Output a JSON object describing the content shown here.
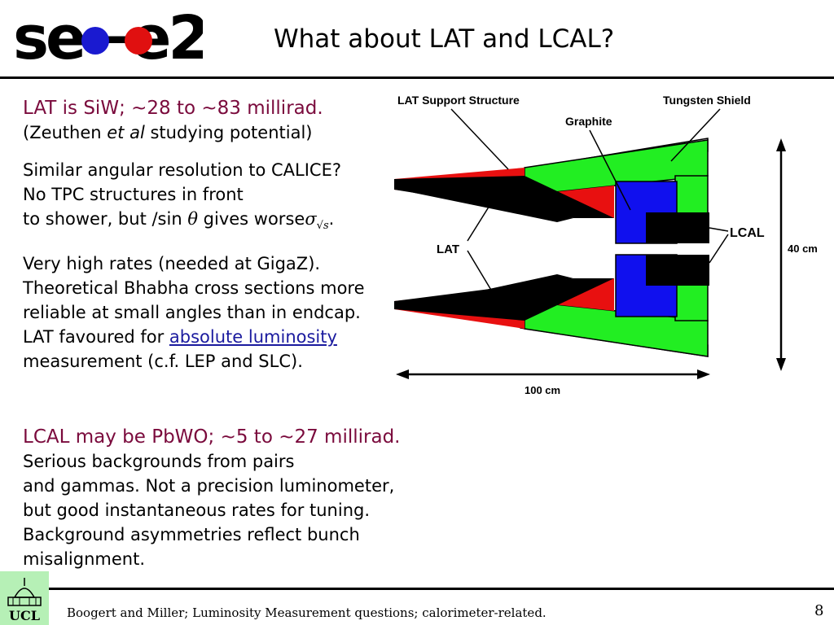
{
  "header": {
    "logo_text": "se−e2",
    "title": "What about LAT and LCAL?"
  },
  "lat_section": {
    "heading": "LAT is SiW; ~28 to ~83 millirad.",
    "zeuthen_prefix": "(Zeuthen ",
    "zeuthen_italic": "et al",
    "zeuthen_suffix": " studying potential)",
    "line1": "Similar angular resolution to CALICE?",
    "line2": "No TPC structures in front",
    "line3_prefix": "to shower, but /sin ",
    "line3_symbol": "θ",
    "line3_suffix": " gives worse",
    "line3_sigma": "σ",
    "line3_sqrt": "√s",
    "line3_period": ".",
    "line4": "Very high rates (needed at GigaZ).",
    "line5": "Theoretical Bhabha cross sections more",
    "line6": "reliable at small angles than in endcap.",
    "line7_prefix": "LAT favoured for ",
    "line7_link": "absolute luminosity",
    "line8": "measurement (c.f. LEP and SLC)."
  },
  "lcal_section": {
    "heading": "LCAL may be PbWO; ~5 to ~27 millirad.",
    "line1": "Serious backgrounds from pairs",
    "line2": "and gammas. Not a precision luminometer,",
    "line3": "but good instantaneous rates for tuning.",
    "line4": "Background asymmetries reflect bunch",
    "line5": "misalignment."
  },
  "diagram": {
    "label_lat_support": "LAT Support Structure",
    "label_tungsten": "Tungsten Shield",
    "label_graphite": "Graphite",
    "label_lat": "LAT",
    "label_lcal": "LCAL",
    "label_height": "40 cm",
    "label_length": "100 cm",
    "colors": {
      "green": "#22ee22",
      "blue": "#1010ee",
      "red": "#e81010",
      "black": "#000000"
    }
  },
  "footer": {
    "ucl_text": "UCL",
    "text": "Boogert and Miller; Luminosity Measurement questions; calorimeter-related.",
    "page_number": "8"
  }
}
